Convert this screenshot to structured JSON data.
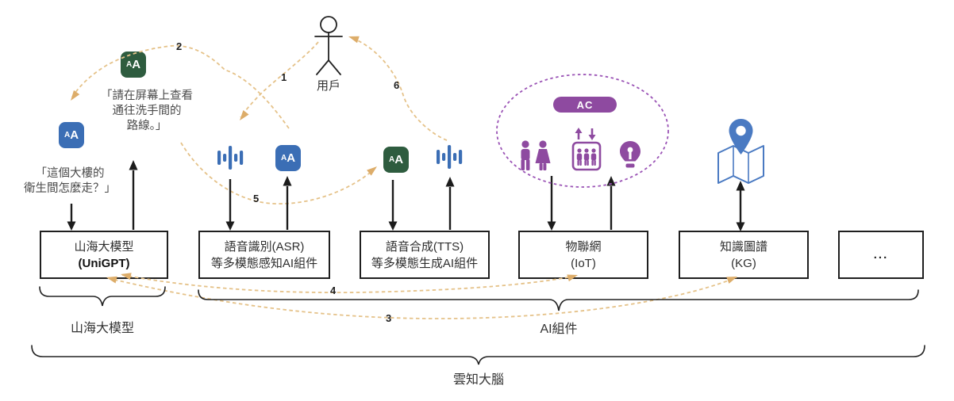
{
  "user": {
    "label": "用戶"
  },
  "flow": {
    "n1": "1",
    "n2": "2",
    "n3": "3",
    "n4": "4",
    "n5": "5",
    "n6": "6"
  },
  "quotes": {
    "question": [
      "「這個大樓的",
      "衛生間怎麼走？」"
    ],
    "response": [
      "「請在屏幕上查看",
      "通往洗手間的",
      "路線。」"
    ]
  },
  "icons": {
    "aa": [
      "A",
      "A"
    ],
    "ac_label": "AC"
  },
  "boxes": [
    {
      "lines": [
        "山海大模型",
        "(UniGPT)"
      ]
    },
    {
      "lines": [
        "語音識別(ASR)",
        "等多模態感知AI組件"
      ]
    },
    {
      "lines": [
        "語音合成(TTS)",
        "等多模態生成AI組件"
      ]
    },
    {
      "lines": [
        "物聯網",
        "(IoT)"
      ]
    },
    {
      "lines": [
        "知識圖譜",
        "(KG)"
      ]
    },
    {
      "lines": [
        "..."
      ]
    }
  ],
  "braces": {
    "model": "山海大模型",
    "ai_components": "AI組件",
    "cloud_brain": "雲知大腦"
  },
  "colors": {
    "blue": "#3B6EB5",
    "green": "#2E5C3F",
    "purple": "#8E4AA0",
    "purple_light": "#9B54B6",
    "tan": "#E5C289",
    "tan_arrow": "#DDAD6A",
    "map_blue": "#4A7AC2",
    "ink": "#1f1f1f"
  }
}
